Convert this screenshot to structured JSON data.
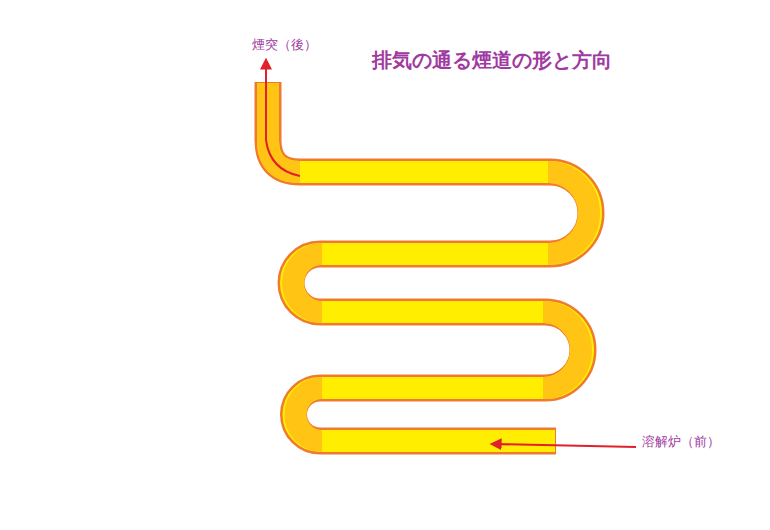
{
  "diagram": {
    "title": "排気の通る煙道の形と方向",
    "labels": [
      "煙突（後）",
      "溶解炉（前）"
    ]
  }
}
